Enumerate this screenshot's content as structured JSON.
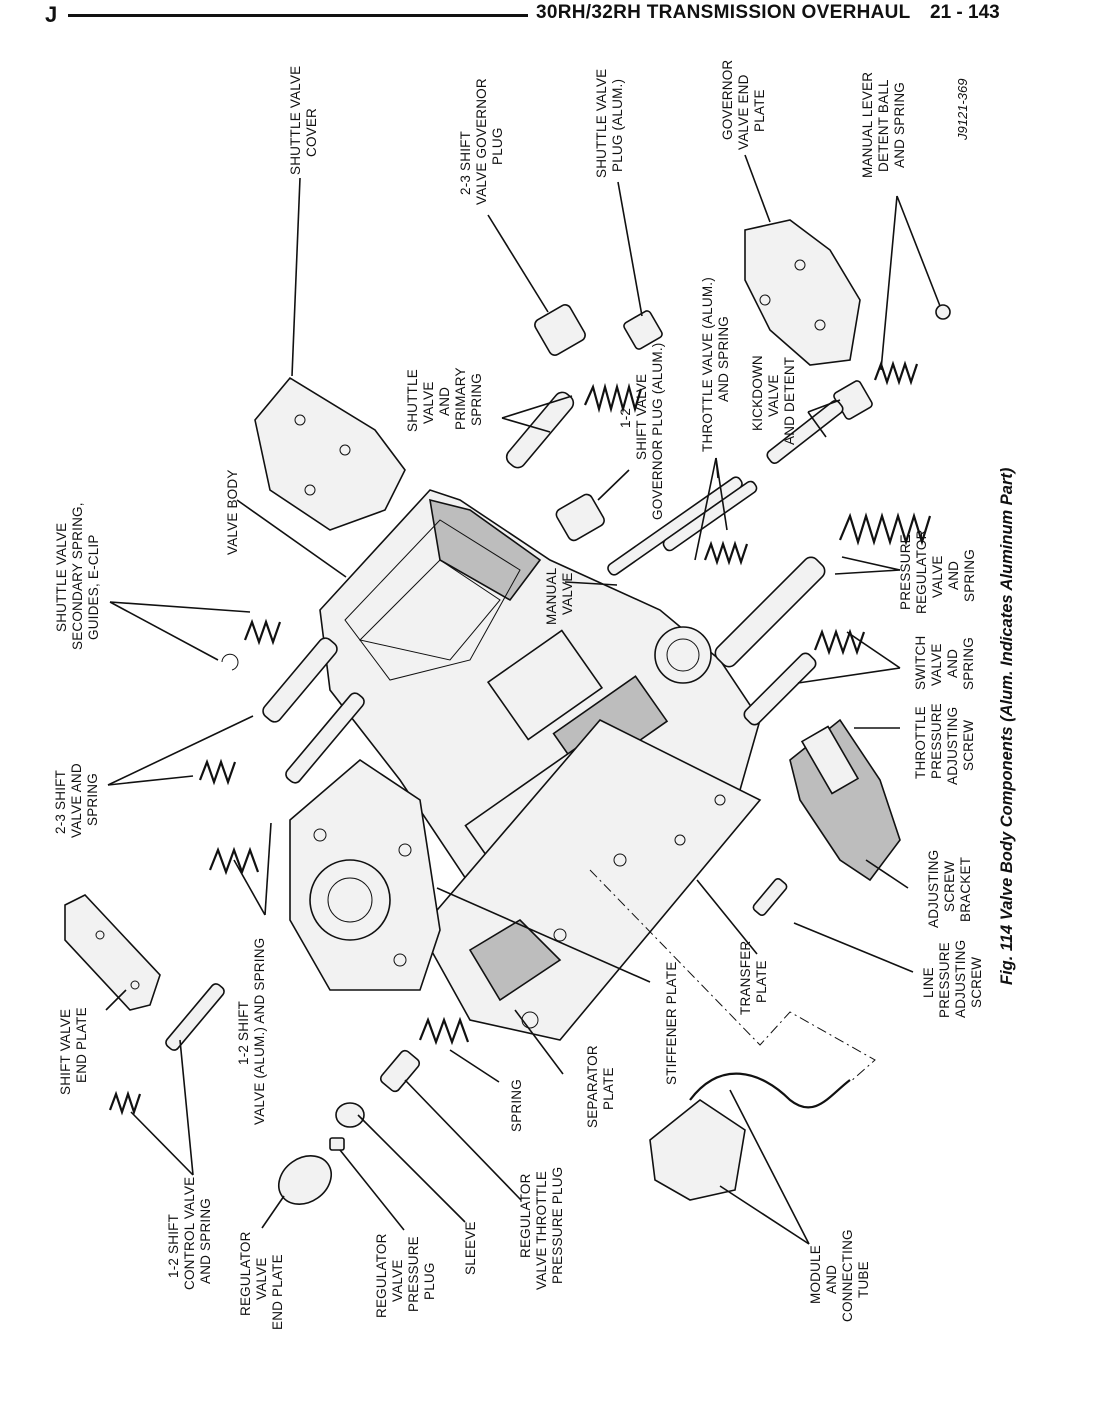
{
  "header": {
    "letter": "J",
    "title": "30RH/32RH TRANSMISSION OVERHAUL",
    "page": "21 - 143"
  },
  "figure": {
    "code": "J9121-369",
    "caption": "Fig. 114 Valve Body Components (Alum. Indicates Aluminum Part)"
  },
  "labels": {
    "shuttle_valve_cover": [
      "SHUTTLE VALVE",
      "COVER"
    ],
    "shift_23_governor_plug": [
      "2-3 SHIFT",
      "VALVE GOVERNOR",
      "PLUG"
    ],
    "shuttle_valve_plug": [
      "SHUTTLE VALVE",
      "PLUG (ALUM.)"
    ],
    "governor_valve_end_plate": [
      "GOVERNOR",
      "VALVE END",
      "PLATE"
    ],
    "manual_lever_detent": [
      "MANUAL LEVER",
      "DETENT BALL",
      "AND SPRING"
    ],
    "shuttle_valve_primary": [
      "SHUTTLE",
      "VALVE",
      "AND",
      "PRIMARY",
      "SPRING"
    ],
    "shift_12_governor_plug": [
      "1-2",
      "SHIFT VALVE",
      "GOVERNOR PLUG (ALUM.)"
    ],
    "throttle_valve": [
      "THROTTLE VALVE (ALUM.)",
      "AND SPRING"
    ],
    "kickdown_valve": [
      "KICKDOWN",
      "VALVE",
      "AND DETENT"
    ],
    "valve_body": [
      "VALVE BODY"
    ],
    "shuttle_secondary": [
      "SHUTTLE VALVE",
      "SECONDARY SPRING,",
      "GUIDES, E-CLIP"
    ],
    "manual_valve": [
      "MANUAL",
      "VALVE"
    ],
    "pressure_regulator": [
      "PRESSURE",
      "REGULATOR",
      "VALVE",
      "AND",
      "SPRING"
    ],
    "switch_valve": [
      "SWITCH",
      "VALVE",
      "AND",
      "SPRING"
    ],
    "throttle_pressure_screw": [
      "THROTTLE",
      "PRESSURE",
      "ADJUSTING",
      "SCREW"
    ],
    "shift_23_valve_spring": [
      "2-3 SHIFT",
      "VALVE AND",
      "SPRING"
    ],
    "adjusting_screw_bracket": [
      "ADJUSTING",
      "SCREW",
      "BRACKET"
    ],
    "shift_12_valve": [
      "1-2 SHIFT",
      "VALVE (ALUM.) AND SPRING"
    ],
    "line_pressure_screw": [
      "LINE",
      "PRESSURE",
      "ADJUSTING",
      "SCREW"
    ],
    "transfer_plate": [
      "TRANSFER",
      "PLATE"
    ],
    "shift_valve_end_plate": [
      "SHIFT VALVE",
      "END PLATE"
    ],
    "stiffener_plate": [
      "STIFFENER PLATE"
    ],
    "separator_plate": [
      "SEPARATOR",
      "PLATE"
    ],
    "spring": [
      "SPRING"
    ],
    "shift_12_control_valve": [
      "1-2 SHIFT",
      "CONTROL VALVE",
      "AND SPRING"
    ],
    "regulator_end_plate": [
      "REGULATOR",
      "VALVE",
      "END PLATE"
    ],
    "regulator_pressure_plug": [
      "REGULATOR",
      "VALVE",
      "PRESSURE",
      "PLUG"
    ],
    "sleeve": [
      "SLEEVE"
    ],
    "regulator_throttle_plug": [
      "REGULATOR",
      "VALVE THROTTLE",
      "PRESSURE PLUG"
    ],
    "module_tube": [
      "MODULE",
      "AND",
      "CONNECTING",
      "TUBE"
    ]
  }
}
